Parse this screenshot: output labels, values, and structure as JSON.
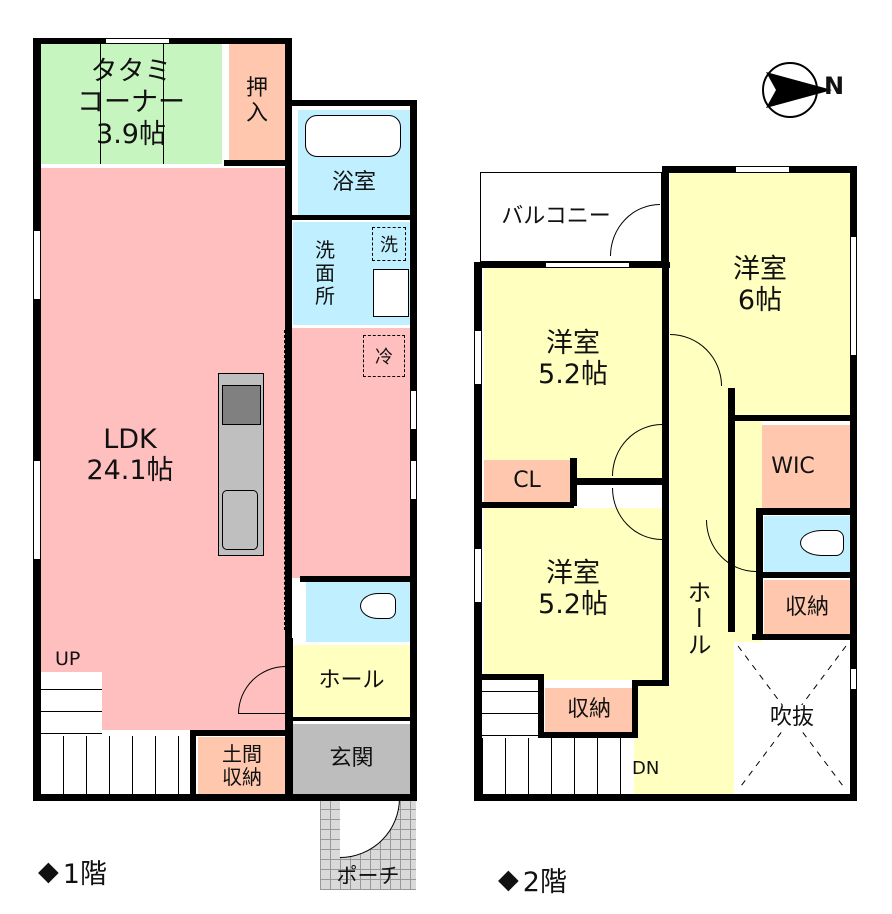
{
  "compass": {
    "direction": "N",
    "icon": "compass-arrow-icon"
  },
  "floor1": {
    "caption": "1階",
    "marker": "◆",
    "rooms": {
      "tatami": "タタミ\nコーナー\n3.9帖",
      "oshiire": "押\n入",
      "bath": "浴室",
      "washroom": "洗\n面\n所",
      "washer": "洗",
      "fridge": "冷",
      "ldk": "LDK\n24.1帖",
      "hall": "ホール",
      "genkan": "玄関",
      "doma_storage": "土間\n収納",
      "porch": "ポーチ"
    },
    "stairs_label": "UP"
  },
  "floor2": {
    "caption": "2階",
    "marker": "◆",
    "rooms": {
      "balcony": "バルコニー",
      "western_6": "洋室\n6帖",
      "western_52_top": "洋室\n5.2帖",
      "cl": "CL",
      "wic": "WIC",
      "western_52_bottom": "洋室\n5.2帖",
      "hall": "ホール",
      "storage_right": "収納",
      "storage_bottom": "収納",
      "atrium": "吹抜"
    },
    "stairs_label": "DN"
  },
  "colors": {
    "ldk": "#ffbfbf",
    "tatami": "#c6f5c0",
    "storage": "#ffc8ae",
    "water": "#c0f0ff",
    "hall": "#ffffc0",
    "western": "#ffffc0",
    "genkan": "#bdbdbd",
    "wall": "#000000"
  }
}
